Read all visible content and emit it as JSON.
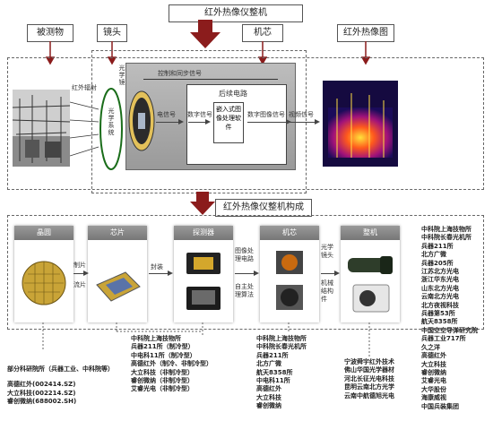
{
  "top": {
    "title": "红外热像仪整机",
    "label_target": "被测物",
    "label_lens": "镜头",
    "label_core": "机芯",
    "label_image": "红外热像图",
    "radiation": "红外辐射",
    "optics_vertical": "光学系统",
    "filter_vertical": "光学镜",
    "control": "控制和同步信号",
    "post_circuit": "后续电路",
    "signal_1": "电信号",
    "signal_2": "数字信号",
    "embedded": "嵌入式图像处理软件",
    "signal_3": "数字图像信号",
    "signal_4": "视频信号"
  },
  "bottom": {
    "title": "红外热像仪整机构成",
    "stage_1": "晶圆",
    "stage_2": "芯片",
    "stage_3": "探测器",
    "stage_4": "机芯",
    "stage_5": "整机",
    "step_1a": "制片",
    "step_1b": "流片",
    "step_2": "封装",
    "step_3a": "图像处理电路",
    "step_3b": "自主处理算法",
    "step_4a": "光学镜头",
    "step_4b": "机械结构件",
    "list_left": [
      "部分科研院所（兵器工业、中科院等）",
      "高德红外(002414.SZ)",
      "大立科技(002214.SZ)",
      "睿创微纳(688002.SH)"
    ],
    "list_mid": [
      "中科院上海技物所",
      "兵器211所（制冷型）",
      "中电科11所（制冷型）",
      "高德红外（制冷、非制冷型）",
      "大立科技（非制冷型）",
      "睿创微纳（非制冷型）",
      "艾睿光电（非制冷型）"
    ],
    "list_core": [
      "中科院上海技物所",
      "中科院长春光机所",
      "兵器211所",
      "北方广微",
      "航天8358所",
      "中电科11所",
      "高德红外",
      "大立科技",
      "睿创微纳"
    ],
    "list_system": [
      "宁波舜宇红外技术",
      "佛山华国光学器材",
      "河北长征光电科技",
      "昆明云南北方光学",
      "云南中航德旭光电"
    ],
    "list_right": [
      "中科院上海技物所",
      "中科院长春光机所",
      "兵器211所",
      "北方广微",
      "兵器205所",
      "江苏北方光电",
      "浙江华东光电",
      "山东北方光电",
      "云南北方光电",
      "北方夜视科技",
      "兵器第53所",
      "航天8358所",
      "中国空空导弹研究院",
      "兵器工业717所",
      "久之洋",
      "高德红外",
      "大立科技",
      "睿创微纳",
      "艾睿光电",
      "大华股份",
      "海康威视",
      "中国兵装集团"
    ]
  }
}
